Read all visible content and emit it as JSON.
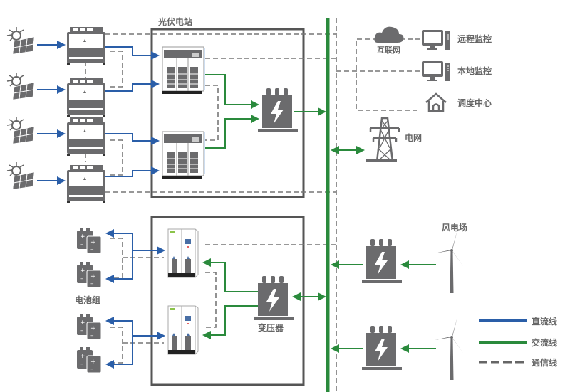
{
  "labels": {
    "pv_station": "光伏电站",
    "internet": "互联网",
    "remote_monitor": "远程监控",
    "local_monitor": "本地监控",
    "dispatch_center": "调度中心",
    "grid": "电网",
    "wind_farm": "风电场",
    "battery_group": "电池组",
    "transformer": "变压器"
  },
  "legend": [
    {
      "label": "直流线",
      "color": "#2a5ea8",
      "style": "solid"
    },
    {
      "label": "交流线",
      "color": "#2a8a3c",
      "style": "solid"
    },
    {
      "label": "通信线",
      "color": "#666666",
      "style": "dashed"
    }
  ],
  "colors": {
    "dc": "#2a5ea8",
    "ac": "#2a8a3c",
    "comm": "#777777",
    "device": "#6b6b6d",
    "frame": "#555555"
  }
}
